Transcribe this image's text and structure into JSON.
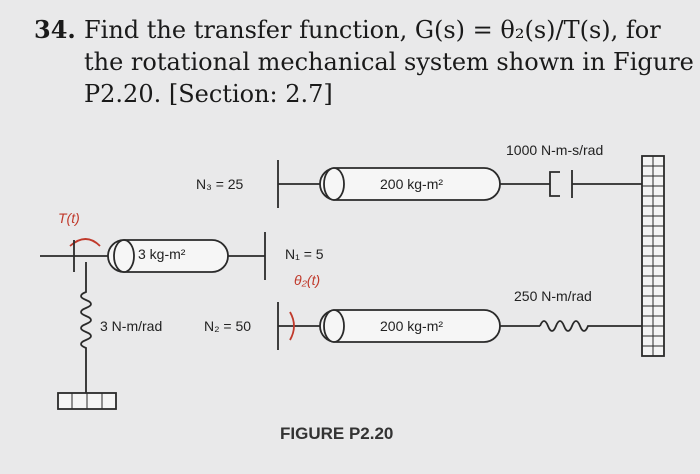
{
  "problem": {
    "number": "34.",
    "line1": "Find the transfer function, G(s) = θ₂(s)/T(s), for",
    "line2": "the rotational mechanical system shown in Figure",
    "line3": "P2.20. [Section: 2.7]"
  },
  "figure": {
    "caption": "FIGURE P2.20",
    "torque_label": "T(t)",
    "inertia_left": "3 kg-m²",
    "inertia_top": "200 kg-m²",
    "inertia_bottom": "200 kg-m²",
    "gear_n3": "N₃ = 25",
    "gear_n1": "N₁ = 5",
    "gear_n2": "N₂ = 50",
    "theta2": "θ₂(t)",
    "spring_left": "3 N-m/rad",
    "damper": "1000 N-m-s/rad",
    "spring_right": "250 N-m/rad"
  }
}
